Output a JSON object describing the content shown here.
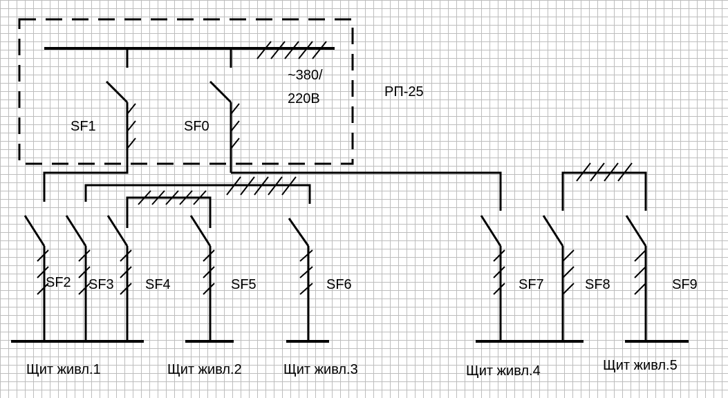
{
  "panel": {
    "name": "РП-25",
    "voltage_line1": "~380/",
    "voltage_line2": "220В"
  },
  "breakers": [
    "SF0",
    "SF1",
    "SF2",
    "SF3",
    "SF4",
    "SF5",
    "SF6",
    "SF7",
    "SF8",
    "SF9"
  ],
  "boards": [
    "Щит живл.1",
    "Щит живл.2",
    "Щит живл.3",
    "Щит живл.4",
    "Щит живл.5"
  ]
}
